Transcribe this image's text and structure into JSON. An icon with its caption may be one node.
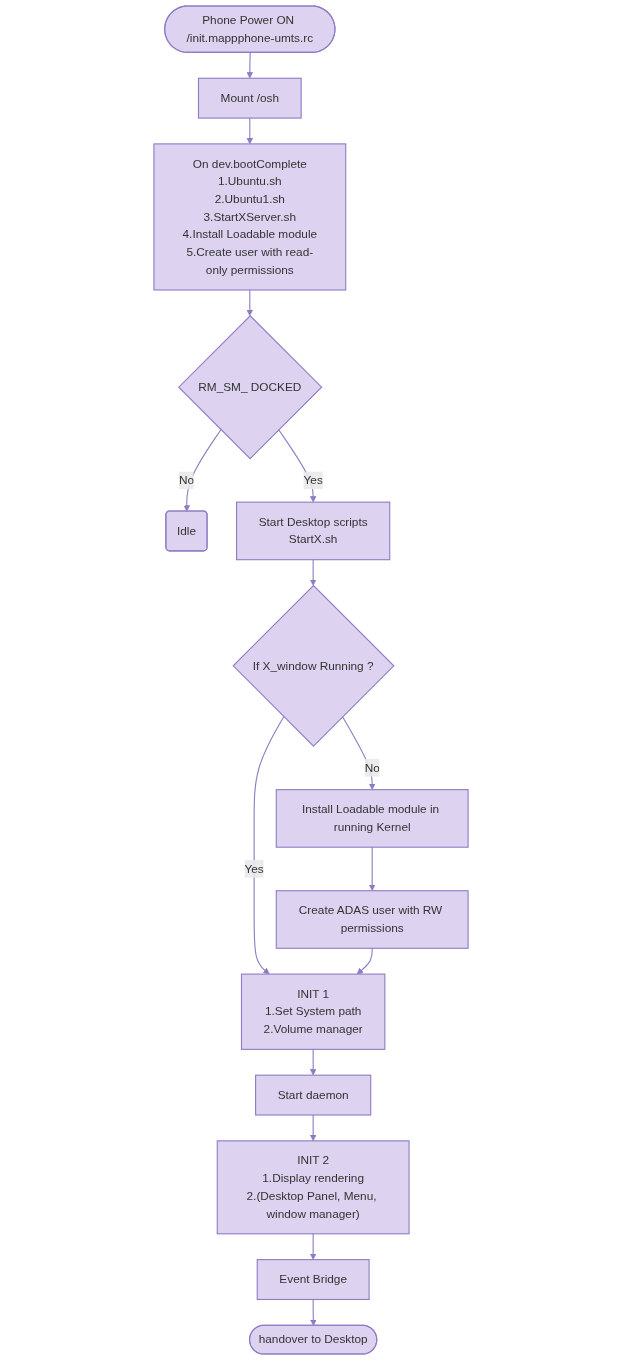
{
  "diagram": {
    "nodes": [
      {
        "text": [
          "Phone Power ON /init.mappphone-umts.rc"
        ]
      },
      {
        "text": [
          "Mount /osh"
        ]
      },
      {
        "text": [
          "On dev.bootComplete",
          "1.Ubuntu.sh",
          "2.Ubuntu1.sh",
          "3.StartXServer.sh",
          "4.Install Loadable module",
          "5.Create user with read-only permissions"
        ]
      },
      {
        "text": [
          "RM_SM_ DOCKED"
        ]
      },
      {
        "text": [
          "Idle"
        ]
      },
      {
        "text": [
          "Start Desktop scripts",
          "StartX.sh"
        ]
      },
      {
        "text": [
          "If X_window Running ?"
        ]
      },
      {
        "text": [
          "Install Loadable module in running Kernel"
        ]
      },
      {
        "text": [
          "Create ADAS user with RW permissions"
        ]
      },
      {
        "text": [
          "INIT 1",
          "1.Set System path",
          "2.Volume manager"
        ]
      },
      {
        "text": [
          "Start daemon"
        ]
      },
      {
        "text": [
          "INIT 2",
          "1.Display rendering",
          "2.(Desktop Panel, Menu, window manager)"
        ]
      },
      {
        "text": [
          "Event Bridge"
        ]
      },
      {
        "text": [
          "handover to Desktop"
        ]
      }
    ],
    "edges": [
      {
        "from": 0,
        "to": 1,
        "arrow": "to"
      },
      {
        "from": 1,
        "to": 2,
        "arrow": "to"
      },
      {
        "from": 2,
        "to": 3,
        "arrow": "to"
      },
      {
        "from": 3,
        "to": 4,
        "arrow": "to",
        "label": "No"
      },
      {
        "from": 3,
        "to": 5,
        "arrow": "to",
        "label": "Yes"
      },
      {
        "from": 5,
        "to": 6,
        "arrow": "to"
      },
      {
        "from": 6,
        "to": 7,
        "arrow": "to",
        "label": "No"
      },
      {
        "from": 6,
        "to": 9,
        "arrow": "to",
        "label": "Yes"
      },
      {
        "from": 7,
        "to": 8,
        "arrow": "to"
      },
      {
        "from": 8,
        "to": 9,
        "arrow": "to"
      },
      {
        "from": 9,
        "to": 10,
        "arrow": "to"
      },
      {
        "from": 10,
        "to": 11,
        "arrow": "to"
      },
      {
        "from": 11,
        "to": 12,
        "arrow": "to"
      },
      {
        "from": 12,
        "to": 13,
        "arrow": "to"
      }
    ]
  }
}
